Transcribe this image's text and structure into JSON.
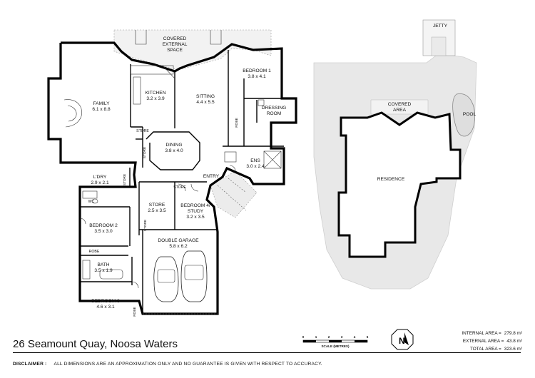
{
  "address": "26 Seamount Quay, Noosa Waters",
  "disclaimer": {
    "label": "DISCLAIMER :",
    "text": "ALL DIMENSIONS ARE AN APPROXIMATION ONLY AND NO GUARANTEE IS GIVEN WITH RESPECT TO ACCURACY."
  },
  "areas": {
    "internal": {
      "label": "INTERNAL AREA =",
      "value": "279.8 m²"
    },
    "external": {
      "label": "EXTERNAL AREA =",
      "value": "43.8 m²"
    },
    "total": {
      "label": "TOTAL AREA =",
      "value": "323.6 m²"
    }
  },
  "scale": {
    "ticks": [
      "0",
      "1",
      "2",
      "3",
      "4",
      "5"
    ],
    "label": "SCALE (METRES)"
  },
  "compass": {
    "letter": "N"
  },
  "rooms": {
    "covered_external": {
      "line1": "COVERED",
      "line2": "EXTERNAL",
      "line3": "SPACE"
    },
    "family": {
      "name": "FAMILY",
      "dims": "6.1 x 8.8"
    },
    "kitchen": {
      "name": "KITCHEN",
      "dims": "3.2 x 3.9"
    },
    "sitting": {
      "name": "SITTING",
      "dims": "4.4 x 5.5"
    },
    "bedroom1": {
      "name": "BEDROOM 1",
      "dims": "3.8 x 4.1"
    },
    "dressing": {
      "line1": "DRESSING",
      "line2": "ROOM"
    },
    "robe_sitting": {
      "name": "ROBE"
    },
    "store_kitchen": {
      "name": "STORE"
    },
    "store_dining": {
      "name": "STORE"
    },
    "dining": {
      "name": "DINING",
      "dims": "3.8 x 4.0"
    },
    "ens": {
      "name": "ENS",
      "dims": "3.0 x 2.4"
    },
    "entry": {
      "name": "ENTRY"
    },
    "ldry": {
      "name": "L'DRY",
      "dims": "2.9 x 2.1"
    },
    "store_ldry": {
      "name": "STORE"
    },
    "wc": {
      "name": "WC"
    },
    "store_mid": {
      "name": "STORE",
      "dims": "2.5 x 3.5"
    },
    "store_bed4": {
      "name": "STORE"
    },
    "bedroom4": {
      "line1": "BEDROOM 4/",
      "line2": "STUDY",
      "dims": "3.2 x 3.5"
    },
    "bedroom2": {
      "name": "BEDROOM 2",
      "dims": "3.5 x 3.0"
    },
    "store_b2": {
      "name": "STORE"
    },
    "robe_b2": {
      "name": "ROBE"
    },
    "bath": {
      "name": "BATH",
      "dims": "3.5 x 1.9"
    },
    "double_garage": {
      "name": "DOUBLE GARAGE",
      "dims": "5.8 x 6.2"
    },
    "bedroom3": {
      "name": "BEDROOM 3",
      "dims": "4.6 x 3.1"
    },
    "robe_b3": {
      "name": "ROBE"
    }
  },
  "site": {
    "jetty": "JETTY",
    "covered_area": {
      "line1": "COVERED",
      "line2": "AREA"
    },
    "pool": "POOL",
    "residence": "RESIDENCE"
  }
}
